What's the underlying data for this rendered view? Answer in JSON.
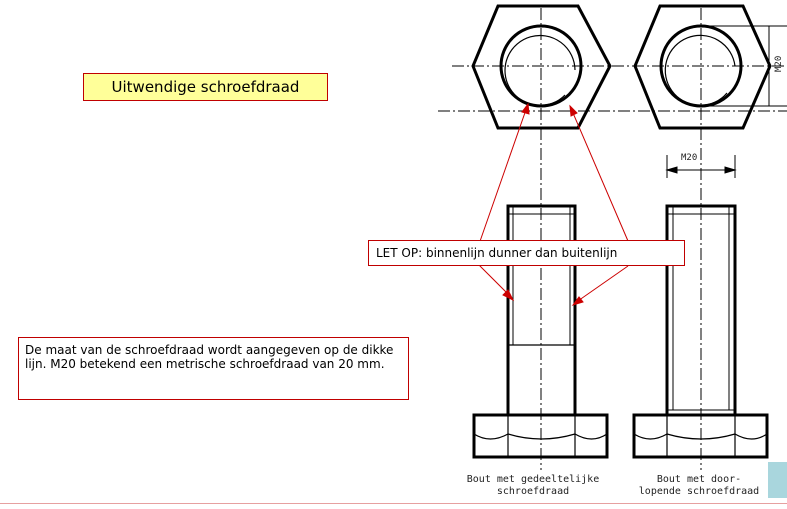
{
  "title": "Uitwendige schroefdraad",
  "note": "LET OP: binnenlijn dunner dan buitenlijn",
  "description": "De maat van de schroefdraad wordt aangegeven op de dikke lijn. M20 betekend een metrische schroefdraad van 20 mm.",
  "dimension_label": "M20",
  "dimension_label_vertical": "M20",
  "caption_left_line1": "Bout met gedeeltelijke",
  "caption_left_line2": "schroefdraad",
  "caption_right_line1": "Bout met door-",
  "caption_right_line2": "lopende schroefdraad",
  "colors": {
    "title_bg": "#ffff99",
    "border_red": "#c00000",
    "arrow_red": "#cc0000",
    "corner_tab": "#a9d6dd"
  }
}
